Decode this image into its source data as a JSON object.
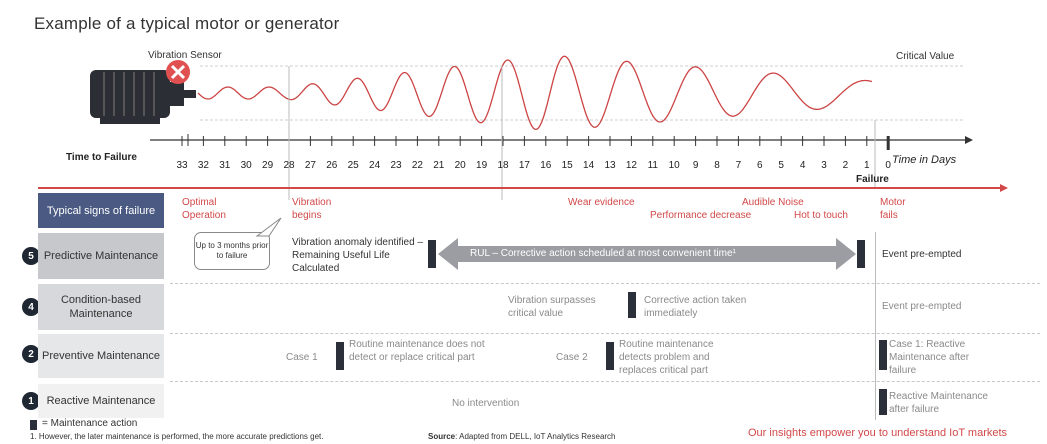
{
  "title": "Example of a typical motor or generator",
  "sensor_label": "Vibration Sensor",
  "critical_label": "Critical Value",
  "time_to_failure_label": "Time to Failure",
  "time_in_days_label": "Time in Days",
  "failure_label": "Failure",
  "ticks": [
    "33",
    "32",
    "31",
    "30",
    "29",
    "28",
    "27",
    "26",
    "25",
    "24",
    "23",
    "22",
    "21",
    "20",
    "19",
    "18",
    "17",
    "16",
    "15",
    "14",
    "13",
    "12",
    "11",
    "10",
    "9",
    "8",
    "7",
    "6",
    "5",
    "4",
    "3",
    "2",
    "1",
    "0"
  ],
  "signs": {
    "header": "Typical signs of failure",
    "optimal": "Optimal Operation",
    "vibration": "Vibration begins",
    "wear": "Wear evidence",
    "audible": "Audible Noise",
    "performance": "Performance decrease",
    "hot": "Hot to touch",
    "motor_fails": "Motor fails"
  },
  "rows": {
    "predictive": {
      "number": "5",
      "label": "Predictive Maintenance",
      "callout": "Up to 3 months prior to failure",
      "anomaly": "Vibration anomaly identified – Remaining Useful Life Calculated",
      "rul": "RUL – Corrective action scheduled at most convenient time¹",
      "end": "Event pre-empted"
    },
    "condition": {
      "number": "4",
      "label": "Condition-based Maintenance",
      "surpass": "Vibration surpasses critical value",
      "corrective": "Corrective action taken immediately",
      "end": "Event pre-empted"
    },
    "preventive": {
      "number": "2",
      "label": "Preventive Maintenance",
      "case1": "Case 1",
      "case1_text": "Routine maintenance does not detect or replace critical part",
      "case2": "Case 2",
      "case2_text": "Routine maintenance detects problem and replaces critical part",
      "end": "Case 1: Reactive Maintenance after failure"
    },
    "reactive": {
      "number": "1",
      "label": "Reactive Maintenance",
      "middle": "No intervention",
      "end": "Reactive Maintenance after failure"
    }
  },
  "legend": "= Maintenance action",
  "footnote": "1. However, the later maintenance is performed, the more accurate predictions get.",
  "source_label": "Source",
  "source_text": ": Adapted from DELL, IoT Analytics Research",
  "insights": "Our insights empower you to understand IoT markets",
  "colors": {
    "accent": "#d24848",
    "header_bg": "#4a5a82",
    "dark": "#1f2733"
  }
}
